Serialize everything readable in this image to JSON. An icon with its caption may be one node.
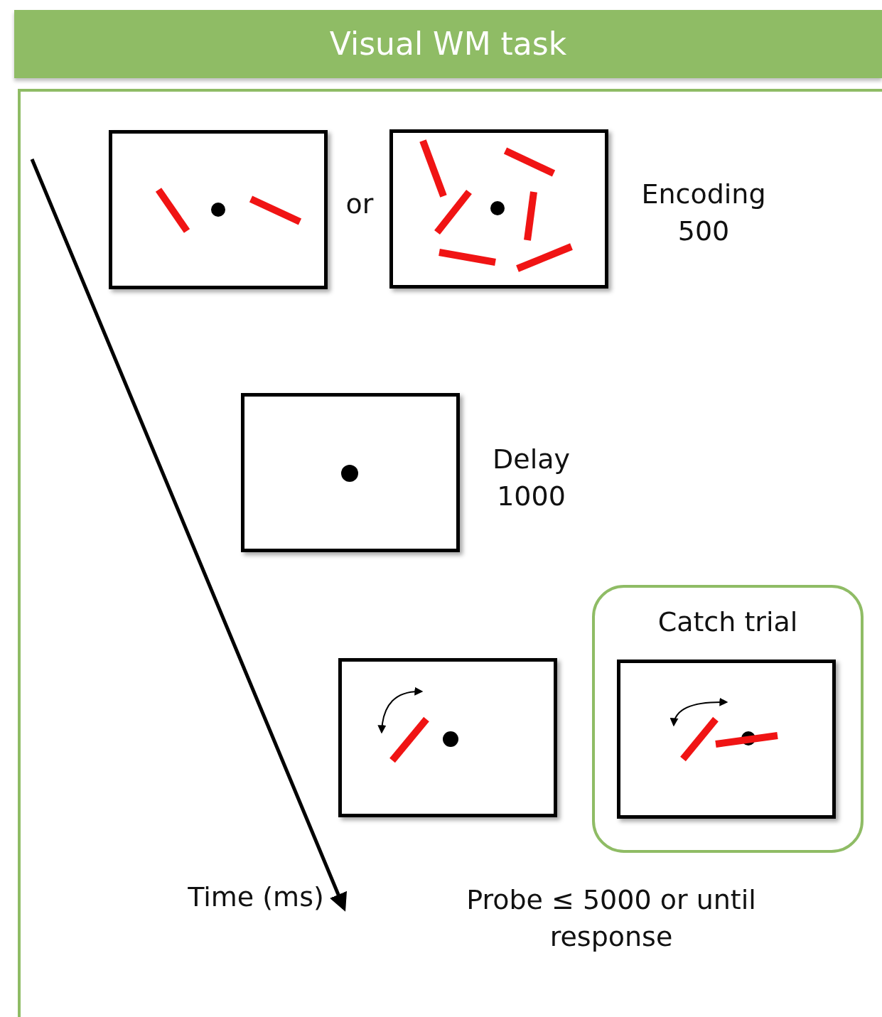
{
  "diagram": {
    "title": "Visual WM task",
    "nodes": [
      {
        "text": [],
        "shape": "picture"
      },
      {
        "text": [],
        "shape": "picture"
      },
      {
        "text": [],
        "shape": "picture"
      },
      {
        "text": [],
        "shape": "picture"
      },
      {
        "text": [
          "Catch trial"
        ]
      },
      {
        "text": [],
        "shape": "picture",
        "in": 4
      }
    ],
    "labels": [
      "or",
      "Encoding 500",
      "Delay 1000",
      "Time (ms)",
      "Probe ≤ 5000 or until response"
    ]
  }
}
